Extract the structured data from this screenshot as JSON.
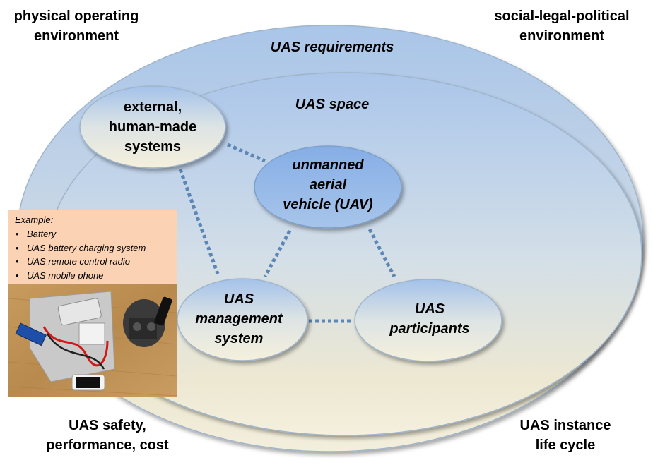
{
  "corners": {
    "top_left": [
      "physical operating",
      "environment"
    ],
    "top_right": [
      "social-legal-political",
      "environment"
    ],
    "bottom_left": [
      "UAS safety,",
      "performance, cost"
    ],
    "bottom_right": [
      "UAS instance",
      "life cycle"
    ]
  },
  "regions": {
    "outer": "UAS requirements",
    "inner": "UAS space"
  },
  "nodes": {
    "external": [
      "external,",
      "human-made",
      "systems"
    ],
    "uav": [
      "unmanned",
      "aerial",
      "vehicle (UAV)"
    ],
    "management": [
      "UAS",
      "management",
      "system"
    ],
    "participants": [
      "UAS",
      "participants"
    ]
  },
  "example": {
    "title": "Example:",
    "items": [
      "Battery",
      "UAS battery charging system",
      "UAS remote control radio",
      "UAS mobile phone"
    ]
  },
  "colors": {
    "ellipse_top": "#a6c3e6",
    "ellipse_bottom": "#f1eddb",
    "uav_fill": "#98b9e6",
    "connector": "#5d86b4",
    "example_bg": "#fbd3b4"
  }
}
